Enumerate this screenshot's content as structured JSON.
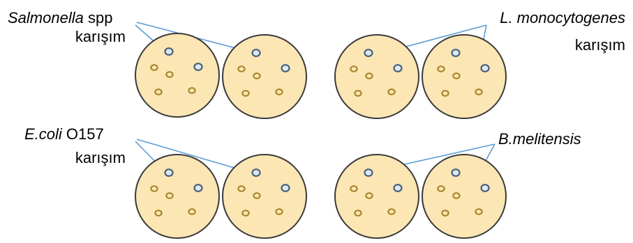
{
  "colors": {
    "dish_fill": "#fbe6b4",
    "colony_yellow": "#a8862a",
    "colony_blue_stroke": "#47607c",
    "colony_blue_fill": "#dfe8ee",
    "arrow": "#5b9bd5"
  },
  "groups": [
    {
      "id": "salmonella",
      "label_italic": "Salmonella",
      "label_rest": " spp",
      "label_line2": "karışım"
    },
    {
      "id": "listeria",
      "label_italic": "L. monocytogenes",
      "label_rest": "",
      "label_line2": "karışım"
    },
    {
      "id": "ecoli",
      "label_italic": "E.coli",
      "label_rest": " O157",
      "label_line2": "karışım"
    },
    {
      "id": "brucella",
      "label_italic": "B.melitensis",
      "label_rest": "",
      "label_line2": ""
    }
  ]
}
